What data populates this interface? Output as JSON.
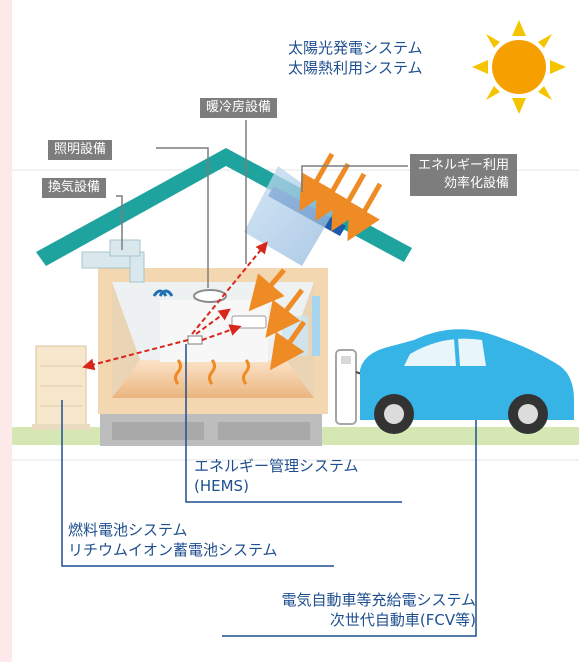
{
  "labels": {
    "solar": [
      "太陽光発電システム",
      "太陽熱利用システム"
    ],
    "efficiency": [
      "エネルギー利用",
      "効率化設備"
    ],
    "heating_cooling": "暖冷房設備",
    "lighting": "照明設備",
    "ventilation": "換気設備",
    "hems": [
      "エネルギー管理システム",
      "(HEMS)"
    ],
    "fuel_cell": [
      "燃料電池システム",
      "リチウムイオン蓄電池システム"
    ],
    "ev": [
      "電気自動車等充給電システム",
      "次世代自動車(FCV等)"
    ]
  },
  "colors": {
    "roof": "#1fa39e",
    "wall": "#f3d7b0",
    "sun": "#f5a000",
    "car": "#37b4e6",
    "leader_blue": "#1f4f8f",
    "leader_gray": "#7d7d7d",
    "heat_arrow": "#ef8b24",
    "energy_arrow": "#d9261c"
  }
}
